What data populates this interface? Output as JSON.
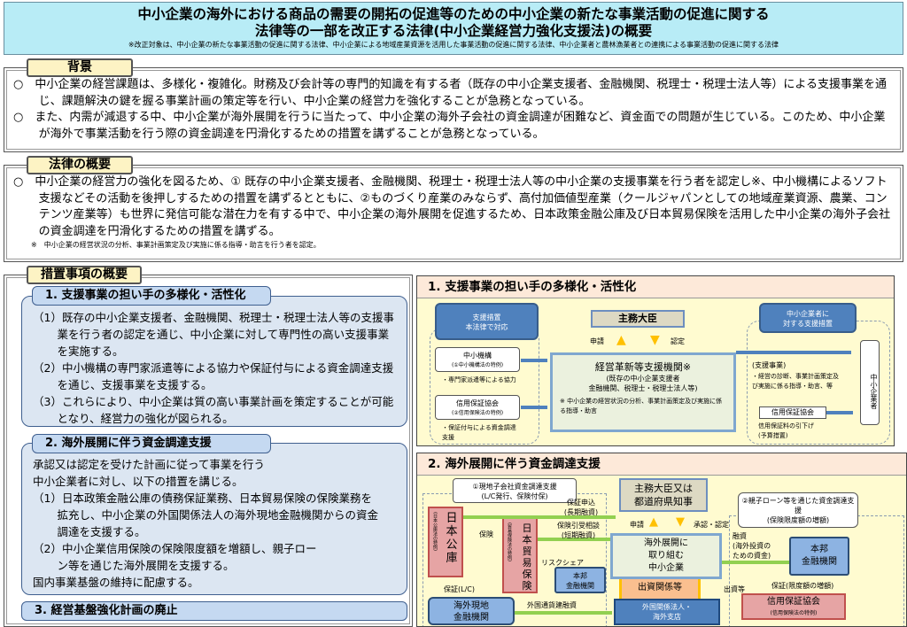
{
  "title": {
    "line1": "中小企業の海外における商品の需要の開拓の促進等のための中小企業の新たな事業活動の促進に関する",
    "line2": "法律等の一部を改正する法律(中小企業経営力強化支援法)の概要",
    "note": "※改正対象は、中小企業の新たな事業活動の促進に関する法律、中小企業による地域産業資源を活用した事業活動の促進に関する法律、中小企業者と農林漁業者との連携による事業活動の促進に関する法律"
  },
  "background": {
    "label": "背景",
    "items": [
      "○　中小企業の経営課題は、多様化・複雑化。財務及び会計等の専門的知識を有する者（既存の中小企業支援者、金融機関、税理士・税理士法人等）による支援事業を通じ、課題解決の鍵を握る事業計画の策定等を行い、中小企業の経営力を強化することが急務となっている。",
      "○　また、内需が減退する中、中小企業が海外展開を行うに当たって、中小企業の海外子会社の資金調達が困難など、資金面での問題が生じている。このため、中小企業が海外で事業活動を行う際の資金調達を円滑化するための措置を講ずることが急務となっている。"
    ]
  },
  "overview": {
    "label": "法律の概要",
    "text": "○　中小企業の経営力の強化を図るため、① 既存の中小企業支援者、金融機関、税理士・税理士法人等の中小企業の支援事業を行う者を認定し※、中小機構によるソフト支援などその活動を後押しするための措置を講ずるとともに、②ものづくり産業のみならず、高付加価値型産業（クールジャパンとしての地域産業資源、農業、コンテンツ産業等）も世界に発信可能な潜在力を有する中で、中小企業の海外展開を促進するため、日本政策金融公庫及び日本貿易保険を活用した中小企業の海外子会社の資金調達を円滑化するための措置を講ずる。",
    "note": "※　中小企業の経営状況の分析、事業計画策定及び実施に係る指導・助言を行う者を認定。"
  },
  "measures": {
    "label": "措置事項の概要",
    "s1": {
      "title": "1. 支援事業の担い手の多様化・活性化",
      "items": [
        "（1）既存の中小企業支援者、金融機関、税理士・税理士法人等の支援事業を行う者の認定を通じ、中小企業に対して専門性の高い支援事業を実施する。",
        "（2）中小機構の専門家派遣等による協力や保証付与による資金調達支援を通じ、支援事業を支援する。",
        "（3）これらにより、中小企業は質の高い事業計画を策定することが可能となり、経営力の強化が図られる。"
      ]
    },
    "s2": {
      "title": "2. 海外展開に伴う資金調達支援",
      "intro": "承認又は認定を受けた計画に従って事業を行う中小企業者に対し、以下の措置を講じる。",
      "items": [
        "（1）日本政策金融公庫の債務保証業務、日本貿易保険の保険業務を拡充し、中小企業の外国関係法人の海外現地金融機関からの資金調達を支援する。",
        "（2）中小企業信用保険の保険限度額を増額し、親子ローン等を通じた海外展開を支援する。"
      ],
      "outro": "国内事業基盤の維持に配慮する。"
    },
    "s3": {
      "title": "3. 経営基盤強化計画の廃止"
    }
  },
  "d1": {
    "title": "1. 支援事業の担い手の多様化・活性化",
    "left_head": "支援措置\n本法律で対応",
    "minister": "主務大臣",
    "apply": "申請",
    "certify": "認定",
    "kiko": "中小機構",
    "kiko_sub": "(①中小機構法の特例)",
    "kiko_note": "・専門家派遣等による協力",
    "hosho": "信用保証協会",
    "hosho_sub": "(②信用保険法の特例)",
    "hosho_note": "・保証付与による資金調達支援",
    "center": "経営革新等支援機関※",
    "center_sub": "(既存の中小企業支援者\n金融機関、税理士・税理士法人等)",
    "center_note": "※ 中小企業の経営状況の分析、事業計画策定及び実施に係る指導・助言",
    "right_head": "中小企業者に\n対する支援措置",
    "support": "(支援事業)",
    "support_note": "・経営の診断、事業計画策定及び実施に係る指導・助言、等",
    "right_hosho": "信用保証協会",
    "right_note": "信用保証料の引下げ\n(予算措置)",
    "sme": "中小企業者"
  },
  "d2": {
    "title": "2. 海外展開に伴う資金調達支援",
    "c1": "①現地子会社資金調達支援\n(L/C発行、保険付保)",
    "minister": "主務大臣又は\n都道府県知事",
    "apply": "申請",
    "approve": "承認・認定",
    "jfc": "日本公庫",
    "jfc_sub": "(日本公庫法の特例)",
    "nexi": "日本貿易保険",
    "nexi_sub": "(貿易保険法の特例)",
    "g1": "保証申込\n(長期融資)",
    "g2": "保険引受相談\n(短期融資)",
    "insurance": "保険",
    "lc": "保証(L/C)",
    "risk": "リスクシェア",
    "bank_small": "本邦\n金融機関",
    "local_bank": "海外現地\n金融機関",
    "fx_loan": "外国通貨建融資",
    "sme": "海外展開に\n取り組む\n中小企業",
    "invest": "出資関係等",
    "invest2": "出資等",
    "foreign": "外国関係法人・\n海外支店",
    "c2": "②親子ローン等を通じた資金調達支援\n(保険限度額の増額)",
    "loan": "融資\n(海外投資の\nための資金)",
    "bank": "本邦\n金融機関",
    "guarantee": "保証(限度額の増額)",
    "cgc": "信用保証協会",
    "cgc_sub": "(信用保険法の特例)"
  },
  "colors": {
    "title_bg": "#b8ecf6",
    "label_bg": "#fdf3c4",
    "panel_bg": "#fffbd0",
    "blue": "#4f81bd",
    "red": "#e6a4a4",
    "arrow_green": "#92d050",
    "arrow_yellow": "#ffc000"
  }
}
